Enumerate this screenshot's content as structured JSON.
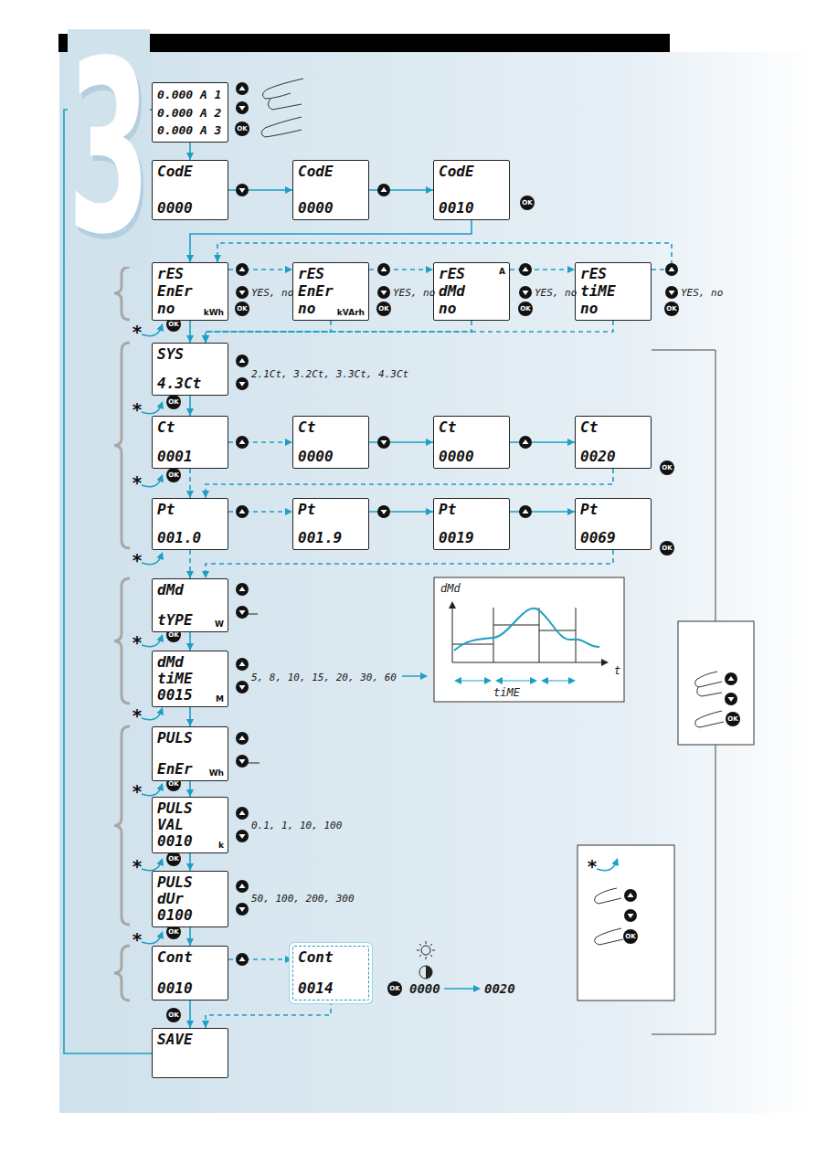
{
  "diagram": {
    "nodes": [
      {
        "text": [
          "0.000 A 1",
          "0.000 A 2",
          "0.000 A 3"
        ]
      },
      {
        "text": [
          "CodE",
          "0000"
        ]
      },
      {
        "text": [
          "CodE",
          "0000"
        ]
      },
      {
        "text": [
          "CodE",
          "0010"
        ]
      },
      {
        "text": [
          "rES",
          "EnEr",
          "no",
          "kWh"
        ]
      },
      {
        "text": [
          "rES",
          "EnEr",
          "no",
          "kVArh"
        ]
      },
      {
        "text": [
          "rES",
          "dMd",
          "no",
          "A"
        ]
      },
      {
        "text": [
          "rES",
          "tiME",
          "no"
        ]
      },
      {
        "text": [
          "SYS",
          "4.3Ct"
        ]
      },
      {
        "text": [
          "Ct",
          "0001"
        ]
      },
      {
        "text": [
          "Ct",
          "0000"
        ]
      },
      {
        "text": [
          "Ct",
          "0000"
        ]
      },
      {
        "text": [
          "Ct",
          "0020"
        ]
      },
      {
        "text": [
          "Pt",
          "001.0"
        ]
      },
      {
        "text": [
          "Pt",
          "001.9"
        ]
      },
      {
        "text": [
          "Pt",
          "0019"
        ]
      },
      {
        "text": [
          "Pt",
          "0069"
        ]
      },
      {
        "text": [
          "dMd",
          "tYPE",
          "W"
        ]
      },
      {
        "text": [
          "dMd",
          "tiME",
          "0015",
          "M"
        ]
      },
      {
        "text": [
          "PULS",
          "EnEr",
          "Wh"
        ]
      },
      {
        "text": [
          "PULS",
          "VAL",
          "0010",
          "k"
        ]
      },
      {
        "text": [
          "PULS",
          "dUr",
          "0100"
        ]
      },
      {
        "text": [
          "Cont",
          "0010"
        ]
      },
      {
        "text": [
          "Cont",
          "0014"
        ]
      },
      {
        "text": [
          "SAVE"
        ]
      }
    ],
    "edges": [
      {
        "from": 0,
        "to": 1,
        "arrow": "to"
      },
      {
        "from": 1,
        "to": 2,
        "arrow": "to"
      },
      {
        "from": 2,
        "to": 3,
        "arrow": "to"
      },
      {
        "from": 3,
        "to": 4,
        "arrow": "to"
      },
      {
        "from": 4,
        "to": 5,
        "arrow": "to"
      },
      {
        "from": 5,
        "to": 6,
        "arrow": "to"
      },
      {
        "from": 6,
        "to": 7,
        "arrow": "to"
      },
      {
        "from": 7,
        "to": 4,
        "arrow": "to"
      },
      {
        "from": 4,
        "to": 8,
        "arrow": "to"
      },
      {
        "from": 5,
        "to": 8,
        "arrow": "to"
      },
      {
        "from": 6,
        "to": 8,
        "arrow": "to"
      },
      {
        "from": 7,
        "to": 8,
        "arrow": "to"
      },
      {
        "from": 8,
        "to": 9,
        "arrow": "to"
      },
      {
        "from": 9,
        "to": 10,
        "arrow": "to"
      },
      {
        "from": 10,
        "to": 11,
        "arrow": "to"
      },
      {
        "from": 11,
        "to": 12,
        "arrow": "to"
      },
      {
        "from": 9,
        "to": 13,
        "arrow": "to"
      },
      {
        "from": 12,
        "to": 13,
        "arrow": "to"
      },
      {
        "from": 13,
        "to": 14,
        "arrow": "to"
      },
      {
        "from": 14,
        "to": 15,
        "arrow": "to"
      },
      {
        "from": 15,
        "to": 16,
        "arrow": "to"
      },
      {
        "from": 13,
        "to": 17,
        "arrow": "to"
      },
      {
        "from": 16,
        "to": 17,
        "arrow": "to"
      },
      {
        "from": 17,
        "to": 18,
        "arrow": "to"
      },
      {
        "from": 18,
        "to": 19,
        "arrow": "to"
      },
      {
        "from": 19,
        "to": 20,
        "arrow": "to"
      },
      {
        "from": 20,
        "to": 21,
        "arrow": "to"
      },
      {
        "from": 21,
        "to": 22,
        "arrow": "to"
      },
      {
        "from": 22,
        "to": 23,
        "arrow": "to"
      },
      {
        "from": 22,
        "to": 24,
        "arrow": "to"
      },
      {
        "from": 23,
        "to": 24,
        "arrow": "to"
      },
      {
        "from": 24,
        "to": 0,
        "arrow": "to"
      }
    ],
    "labels": [
      "3",
      "OK",
      "OK",
      "OK",
      "OK",
      "OK",
      "OK",
      "YES, no",
      "YES, no",
      "YES, no",
      "YES, no",
      "*",
      "OK",
      "2.1Ct, 3.2Ct, 3.3Ct, 4.3Ct",
      "*",
      "OK",
      "OK",
      "*",
      "OK",
      "OK",
      "*",
      "*",
      "OK",
      "5, 8, 10, 15, 20, 30, 60",
      "dMd",
      "t",
      "tiME",
      "*",
      "*",
      "OK",
      "0.1, 1, 10, 100",
      "*",
      "OK",
      "50, 100, 200, 300",
      "*",
      "OK",
      "OK",
      "OK",
      "0000",
      "0020",
      "OK",
      "*",
      "OK"
    ]
  }
}
